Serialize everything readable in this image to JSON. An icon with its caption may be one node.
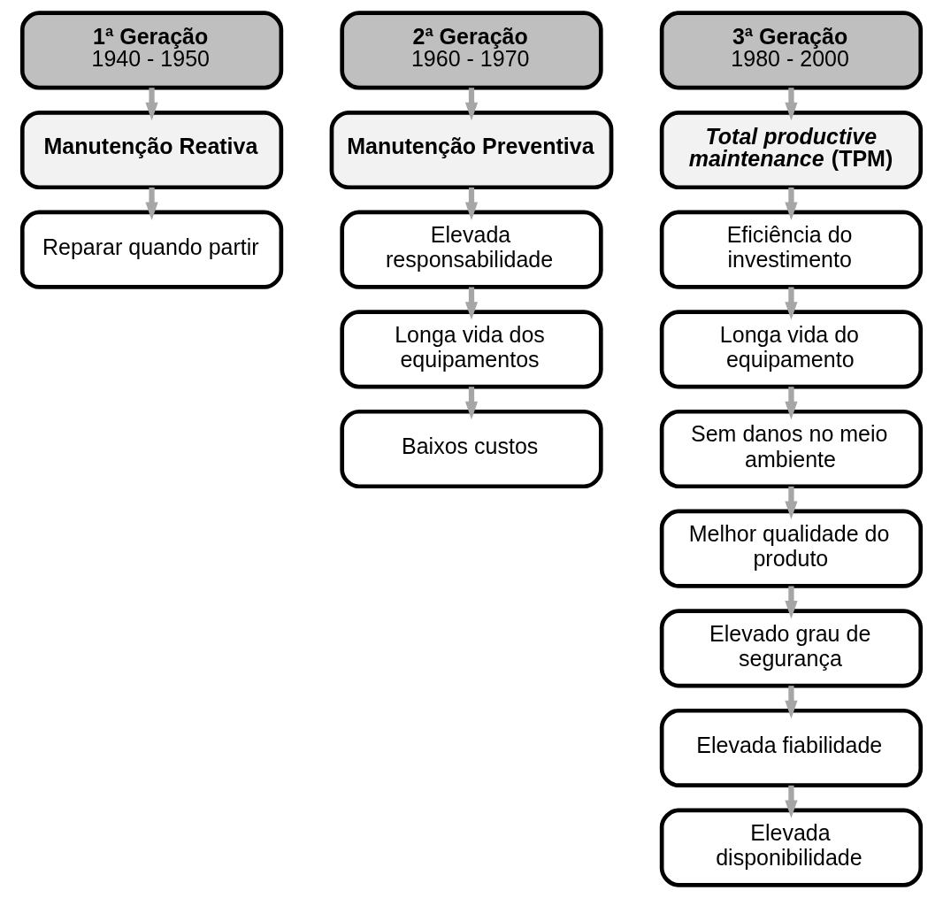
{
  "diagram": {
    "nodes": [
      {
        "text": [
          "1ª Geração",
          "1940 - 1950"
        ]
      },
      {
        "text": [
          "Manutenção Reativa"
        ]
      },
      {
        "text": [
          "Reparar quando partir"
        ]
      },
      {
        "text": [
          "2ª Geração",
          "1960 - 1970"
        ]
      },
      {
        "text": [
          "Manutenção Preventiva"
        ]
      },
      {
        "text": [
          "Elevada responsabilidade"
        ]
      },
      {
        "text": [
          "Longa vida dos equipamentos"
        ]
      },
      {
        "text": [
          "Baixos custos"
        ]
      },
      {
        "text": [
          "3ª Geração",
          "1980 - 2000"
        ]
      },
      {
        "text": [
          "*Total productive maintenance* (TPM)"
        ]
      },
      {
        "text": [
          "Eficiência do investimento"
        ]
      },
      {
        "text": [
          "Longa vida do equipamento"
        ]
      },
      {
        "text": [
          "Sem danos no meio ambiente"
        ]
      },
      {
        "text": [
          "Melhor qualidade do produto"
        ]
      },
      {
        "text": [
          "Elevado grau de segurança"
        ]
      },
      {
        "text": [
          "Elevada fiabilidade"
        ]
      },
      {
        "text": [
          "Elevada disponibilidade"
        ]
      }
    ],
    "edges": [
      {
        "from": 0,
        "to": 1,
        "arrow": "to"
      },
      {
        "from": 1,
        "to": 2,
        "arrow": "to"
      },
      {
        "from": 3,
        "to": 4,
        "arrow": "to"
      },
      {
        "from": 4,
        "to": 5,
        "arrow": "to"
      },
      {
        "from": 5,
        "to": 6,
        "arrow": "to"
      },
      {
        "from": 6,
        "to": 7,
        "arrow": "to"
      },
      {
        "from": 8,
        "to": 9,
        "arrow": "to"
      },
      {
        "from": 9,
        "to": 10,
        "arrow": "to"
      },
      {
        "from": 10,
        "to": 11,
        "arrow": "to"
      },
      {
        "from": 11,
        "to": 12,
        "arrow": "to"
      },
      {
        "from": 12,
        "to": 13,
        "arrow": "to"
      },
      {
        "from": 13,
        "to": 14,
        "arrow": "to"
      },
      {
        "from": 14,
        "to": 15,
        "arrow": "to"
      },
      {
        "from": 15,
        "to": 16,
        "arrow": "to"
      }
    ]
  }
}
